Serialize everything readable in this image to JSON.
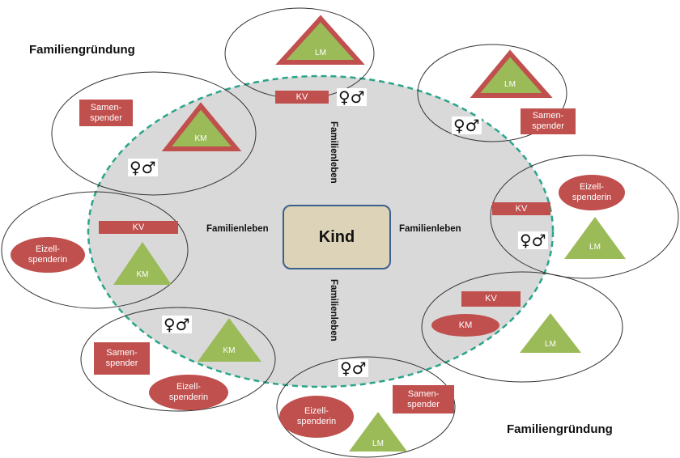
{
  "headings": {
    "top_left": "Familiengründung",
    "bottom_right": "Familiengründung"
  },
  "center": {
    "label": "Kind"
  },
  "connectors": {
    "top": "Familienleben",
    "bottom": "Familienleben",
    "left": "Familienleben",
    "right": "Familienleben"
  },
  "gender_symbol": "♀♂",
  "families": {
    "top": {
      "triangle": "LM",
      "kv": "KV"
    },
    "top_right": {
      "triangle": "LM",
      "donor": "Samen-\nspender"
    },
    "top_left": {
      "triangle": "KM",
      "donor": "Samen-\nspender"
    },
    "right": {
      "kv": "KV",
      "donor": "Eizell-\nspenderin",
      "triangle": "LM"
    },
    "left": {
      "kv": "KV",
      "donor": "Eizell-\nspenderin",
      "triangle": "KM"
    },
    "bottom_right": {
      "kv": "KV",
      "km": "KM",
      "triangle": "LM"
    },
    "bottom_left": {
      "donor1": "Samen-\nspender",
      "donor2": "Eizell-\nspenderin",
      "triangle": "KM"
    },
    "bottom": {
      "donor1": "Eizell-\nspenderin",
      "donor2": "Samen-\nspender",
      "triangle": "LM"
    }
  },
  "colors": {
    "center_ellipse": "#d9d9d9",
    "dashed_border": "#2aa58a",
    "red": "#c0504d",
    "green": "#9bbb59",
    "kind_box": "#dcd3b8",
    "kind_border": "#3c5f8c"
  }
}
